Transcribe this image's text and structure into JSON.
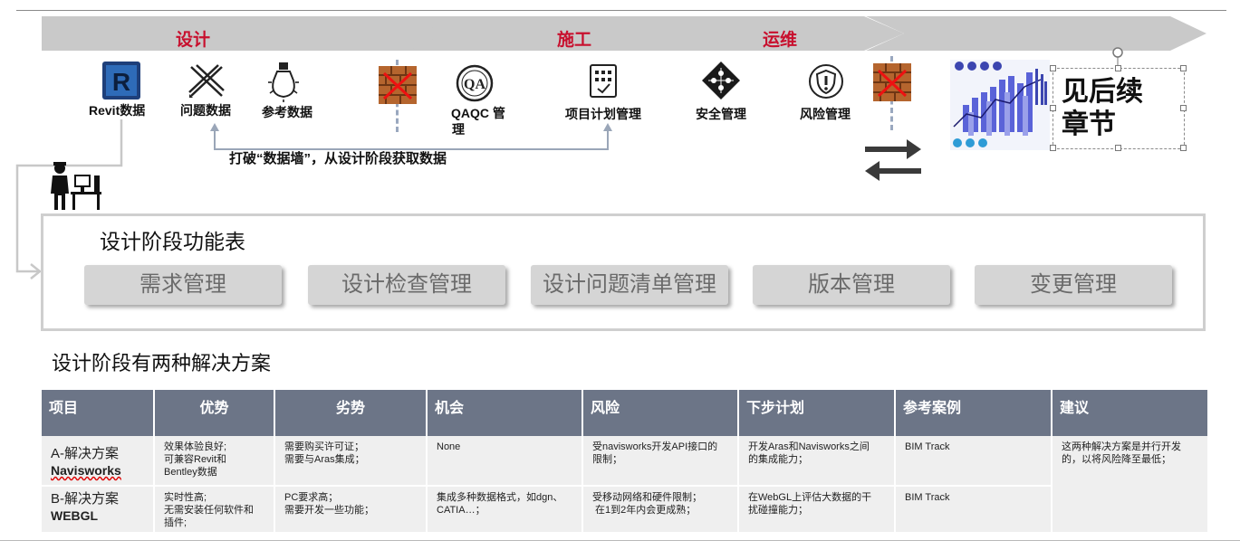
{
  "phases": {
    "design": "设计",
    "construction": "施工",
    "operations": "运维"
  },
  "icons": {
    "revit": {
      "label": "Revit数据",
      "icon": "revit-logo-icon"
    },
    "issue": {
      "label": "问题数据",
      "icon": "pencil-ruler-icon"
    },
    "reference": {
      "label": "参考数据",
      "icon": "lightbulb-icon"
    },
    "qaqc": {
      "label_line1": "QAQC 管",
      "label_line2": "理",
      "icon": "qa-badge-icon"
    },
    "schedule": {
      "label": "项目计划管理",
      "icon": "checklist-calendar-icon"
    },
    "safety": {
      "label": "安全管理",
      "icon": "safety-diamond-icon"
    },
    "risk": {
      "label": "风险管理",
      "icon": "risk-shield-icon"
    },
    "wall": {
      "icon": "data-wall-blocked-icon"
    }
  },
  "arrow_note": "打破“数据墙”，从设计阶段获取数据",
  "continued": {
    "line1": "见后续",
    "line2": "章节"
  },
  "function_table": {
    "title": "设计阶段功能表",
    "buttons": [
      "需求管理",
      "设计检查管理",
      "设计问题清单管理",
      "版本管理",
      "变更管理"
    ]
  },
  "solutions": {
    "title": "设计阶段有两种解决方案",
    "headers": [
      "项目",
      "优势",
      "劣势",
      "机会",
      "风险",
      "下步计划",
      "参考案例",
      "建议"
    ],
    "rows": [
      {
        "name_line1": "A-解决方案",
        "name_line2": "Navisworks",
        "advantage": [
          "效果体验良好;",
          "可兼容Revit和",
          "Bentley数据"
        ],
        "disadvantage": [
          "需要购买许可证；",
          "需要与Aras集成；"
        ],
        "opportunity": [
          "None"
        ],
        "risk": [
          "受navisworks开发API接口的",
          "限制；"
        ],
        "next": [
          "开发Aras和Navisworks之间",
          "的集成能力；"
        ],
        "reference": "BIM Track"
      },
      {
        "name_line1": "B-解决方案",
        "name_line2": "WEBGL",
        "advantage": [
          "实时性高;",
          "无需安装任何软件和",
          "插件;"
        ],
        "disadvantage": [
          "PC要求高；",
          "需要开发一些功能；"
        ],
        "opportunity": [
          "集成多种数据格式，如dgn、",
          "CATIA…；"
        ],
        "risk": [
          "受移动网络和硬件限制；",
          " 在1到2年内会更成熟；"
        ],
        "next": [
          "在WebGL上评估大数据的干",
          "扰碰撞能力；"
        ],
        "reference": "BIM Track"
      }
    ],
    "suggestion": [
      "这两种解决方案是并行开发",
      "的，以将风险降至最低；"
    ]
  }
}
